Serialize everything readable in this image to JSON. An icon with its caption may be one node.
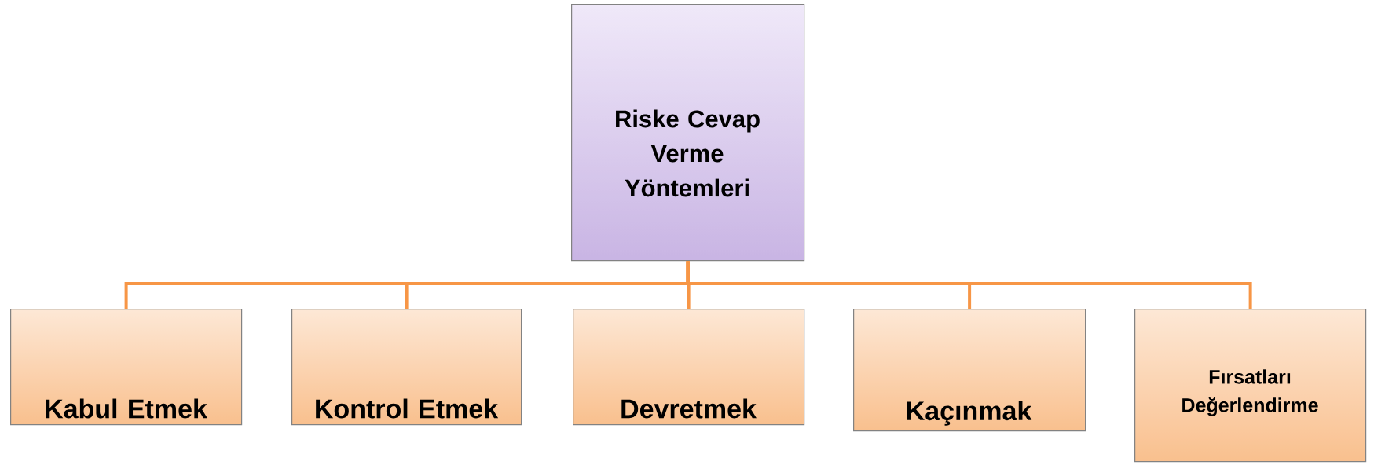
{
  "diagram": {
    "nodes": [
      {
        "text": [
          "Riske Cevap Verme Yöntemleri"
        ]
      },
      {
        "text": [
          "Kabul Etmek"
        ]
      },
      {
        "text": [
          "Kontrol Etmek"
        ]
      },
      {
        "text": [
          "Devretmek"
        ]
      },
      {
        "text": [
          "Kaçınmak"
        ]
      },
      {
        "text": [
          "Fırsatları Değerlendirme"
        ]
      }
    ],
    "edges": [
      {
        "from": 0,
        "to": 1,
        "arrow": "none"
      },
      {
        "from": 0,
        "to": 2,
        "arrow": "none"
      },
      {
        "from": 0,
        "to": 3,
        "arrow": "none"
      },
      {
        "from": 0,
        "to": 4,
        "arrow": "none"
      },
      {
        "from": 0,
        "to": 5,
        "arrow": "none"
      }
    ]
  }
}
